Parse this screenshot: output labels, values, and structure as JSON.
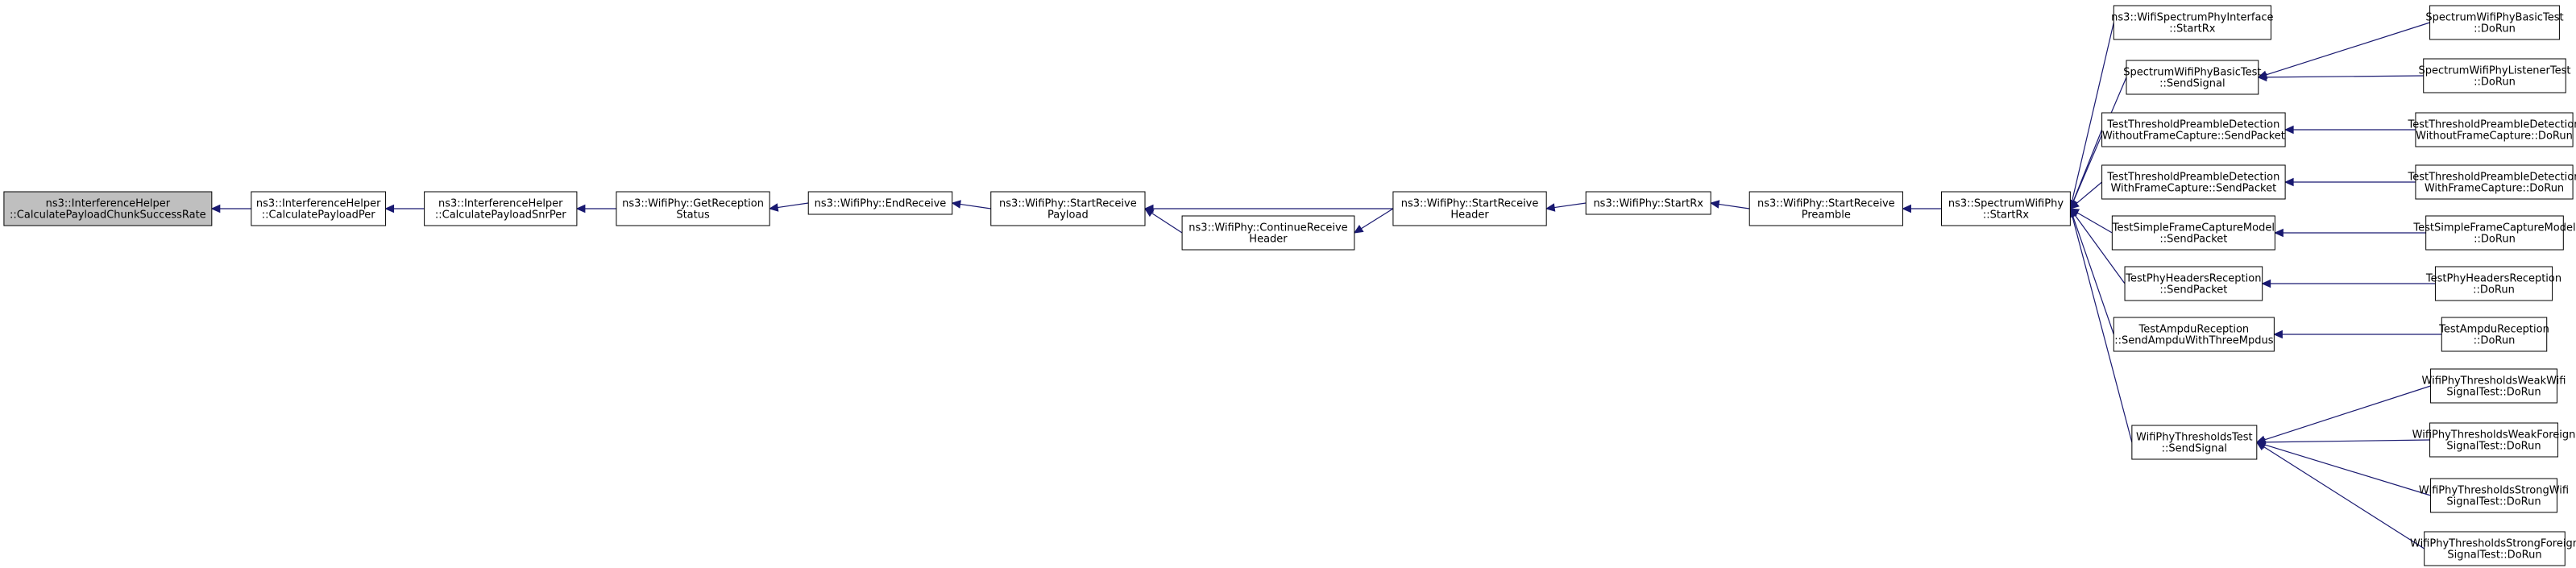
{
  "colors": {
    "node_fill": "#ffffff",
    "focus_fill": "#bfbfbf",
    "node_border": "#000000",
    "edge": "#191970"
  },
  "nodes": [
    {
      "id": "n0",
      "lines": [
        "ns3::InterferenceHelper",
        "::CalculatePayloadChunkSuccessRate"
      ],
      "focus": true
    },
    {
      "id": "n1",
      "lines": [
        "ns3::InterferenceHelper",
        "::CalculatePayloadPer"
      ]
    },
    {
      "id": "n2",
      "lines": [
        "ns3::InterferenceHelper",
        "::CalculatePayloadSnrPer"
      ]
    },
    {
      "id": "n3",
      "lines": [
        "ns3::WifiPhy::GetReception",
        "Status"
      ]
    },
    {
      "id": "n4",
      "lines": [
        "ns3::WifiPhy::EndReceive"
      ]
    },
    {
      "id": "n5",
      "lines": [
        "ns3::WifiPhy::StartReceive",
        "Payload"
      ]
    },
    {
      "id": "n6",
      "lines": [
        "ns3::WifiPhy::ContinueReceive",
        "Header"
      ]
    },
    {
      "id": "n7",
      "lines": [
        "ns3::WifiPhy::StartReceive",
        "Header"
      ]
    },
    {
      "id": "n8",
      "lines": [
        "ns3::WifiPhy::StartRx"
      ]
    },
    {
      "id": "n9",
      "lines": [
        "ns3::WifiPhy::StartReceive",
        "Preamble"
      ]
    },
    {
      "id": "n10",
      "lines": [
        "ns3::SpectrumWifiPhy",
        "::StartRx"
      ]
    },
    {
      "id": "n11",
      "lines": [
        "ns3::WifiSpectrumPhyInterface",
        "::StartRx"
      ]
    },
    {
      "id": "n12",
      "lines": [
        "SpectrumWifiPhyBasicTest",
        "::SendSignal"
      ]
    },
    {
      "id": "n13",
      "lines": [
        "TestThresholdPreambleDetection",
        "WithoutFrameCapture::SendPacket"
      ]
    },
    {
      "id": "n14",
      "lines": [
        "TestThresholdPreambleDetection",
        "WithFrameCapture::SendPacket"
      ]
    },
    {
      "id": "n15",
      "lines": [
        "TestSimpleFrameCaptureModel",
        "::SendPacket"
      ]
    },
    {
      "id": "n16",
      "lines": [
        "TestPhyHeadersReception",
        "::SendPacket"
      ]
    },
    {
      "id": "n17",
      "lines": [
        "TestAmpduReception",
        "::SendAmpduWithThreeMpdus"
      ]
    },
    {
      "id": "n18",
      "lines": [
        "WifiPhyThresholdsTest",
        "::SendSignal"
      ]
    },
    {
      "id": "n19",
      "lines": [
        "SpectrumWifiPhyBasicTest",
        "::DoRun"
      ]
    },
    {
      "id": "n20",
      "lines": [
        "SpectrumWifiPhyListenerTest",
        "::DoRun"
      ]
    },
    {
      "id": "n21",
      "lines": [
        "TestThresholdPreambleDetection",
        "WithoutFrameCapture::DoRun"
      ]
    },
    {
      "id": "n22",
      "lines": [
        "TestThresholdPreambleDetection",
        "WithFrameCapture::DoRun"
      ]
    },
    {
      "id": "n23",
      "lines": [
        "TestSimpleFrameCaptureModel",
        "::DoRun"
      ]
    },
    {
      "id": "n24",
      "lines": [
        "TestPhyHeadersReception",
        "::DoRun"
      ]
    },
    {
      "id": "n25",
      "lines": [
        "TestAmpduReception",
        "::DoRun"
      ]
    },
    {
      "id": "n26",
      "lines": [
        "WifiPhyThresholdsWeakWifi",
        "SignalTest::DoRun"
      ]
    },
    {
      "id": "n27",
      "lines": [
        "WifiPhyThresholdsWeakForeign",
        "SignalTest::DoRun"
      ]
    },
    {
      "id": "n28",
      "lines": [
        "WifiPhyThresholdsStrongWifi",
        "SignalTest::DoRun"
      ]
    },
    {
      "id": "n29",
      "lines": [
        "WifiPhyThresholdsStrongForeign",
        "SignalTest::DoRun"
      ]
    }
  ],
  "edges": [
    [
      "n1",
      "n0"
    ],
    [
      "n2",
      "n1"
    ],
    [
      "n3",
      "n2"
    ],
    [
      "n4",
      "n3"
    ],
    [
      "n5",
      "n4"
    ],
    [
      "n6",
      "n5"
    ],
    [
      "n7",
      "n5"
    ],
    [
      "n7",
      "n6"
    ],
    [
      "n8",
      "n7"
    ],
    [
      "n9",
      "n8"
    ],
    [
      "n10",
      "n9"
    ],
    [
      "n11",
      "n10"
    ],
    [
      "n12",
      "n10"
    ],
    [
      "n13",
      "n10"
    ],
    [
      "n14",
      "n10"
    ],
    [
      "n15",
      "n10"
    ],
    [
      "n16",
      "n10"
    ],
    [
      "n17",
      "n10"
    ],
    [
      "n18",
      "n10"
    ],
    [
      "n19",
      "n12"
    ],
    [
      "n20",
      "n12"
    ],
    [
      "n21",
      "n13"
    ],
    [
      "n22",
      "n14"
    ],
    [
      "n23",
      "n15"
    ],
    [
      "n24",
      "n16"
    ],
    [
      "n25",
      "n17"
    ],
    [
      "n26",
      "n18"
    ],
    [
      "n27",
      "n18"
    ],
    [
      "n28",
      "n18"
    ],
    [
      "n29",
      "n18"
    ]
  ]
}
